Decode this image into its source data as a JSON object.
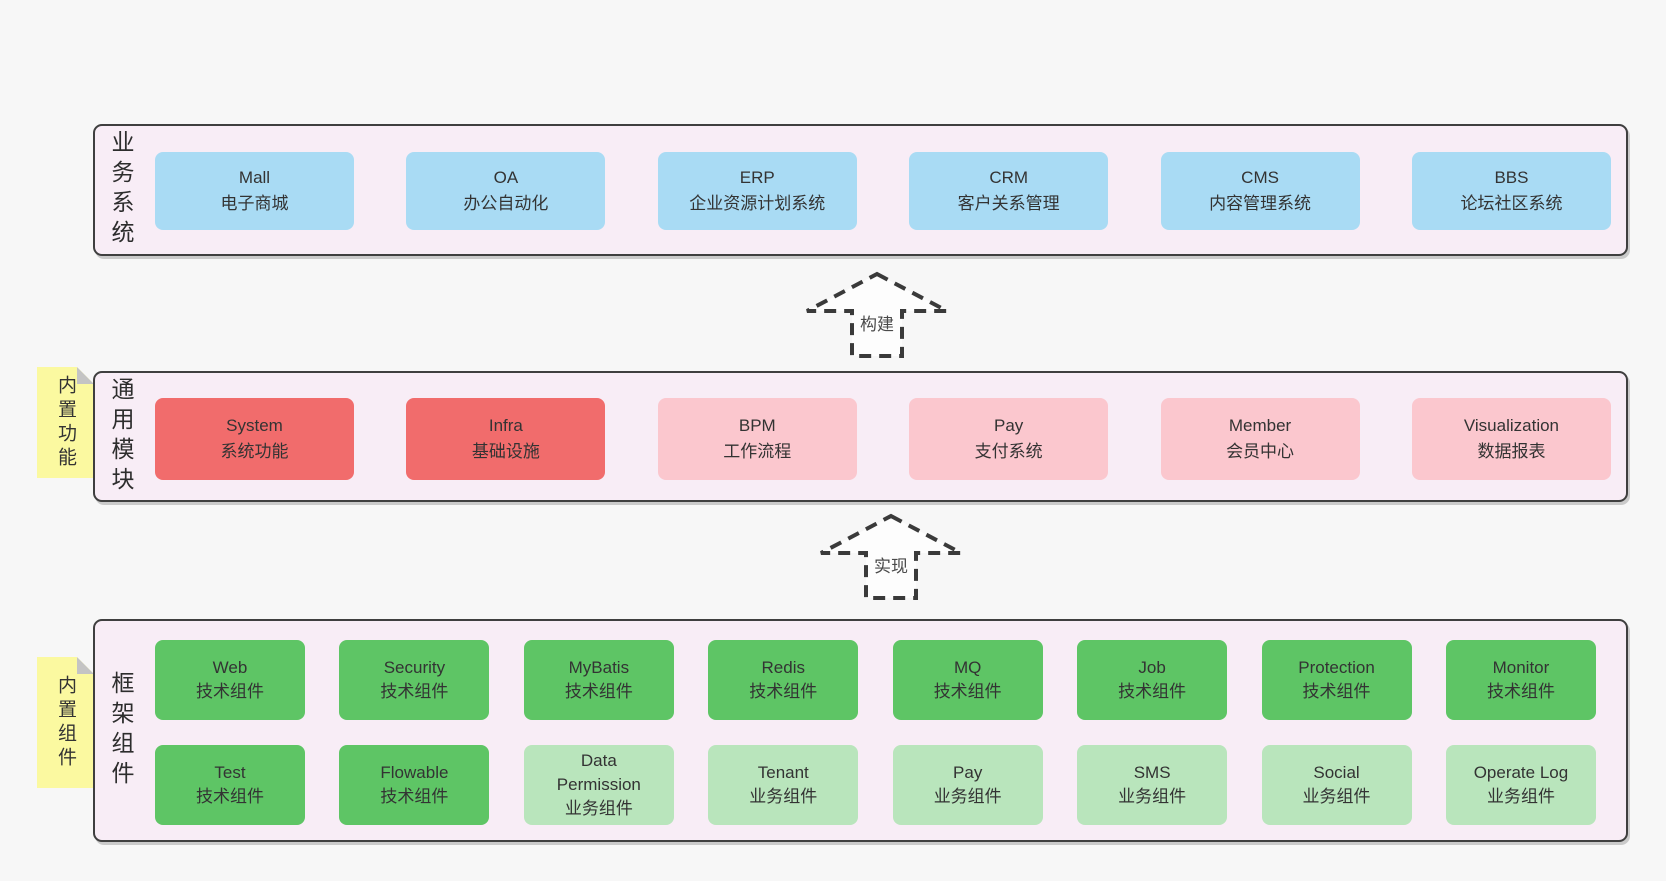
{
  "diagram": {
    "colors": {
      "background": "#f7f7f7",
      "panel_fill": "#f8edf6",
      "panel_border": "#3f3f3f",
      "business_box_blue": "#a9dbf4",
      "module_box_red": "#f16c6c",
      "module_box_pink": "#fbc7ce",
      "component_box_green": "#5ec565",
      "component_box_lightgreen": "#b9e5bc",
      "sticky_yellow": "#fbf9a0",
      "text": "#333333"
    },
    "arrows": [
      {
        "label": "构建"
      },
      {
        "label": "实现"
      }
    ],
    "layers": {
      "business": {
        "label": "业务系统",
        "boxes": [
          {
            "name": "mall",
            "variant": "blue",
            "lines": [
              "Mall",
              "电子商城"
            ]
          },
          {
            "name": "oa",
            "variant": "blue",
            "lines": [
              "OA",
              "办公自动化"
            ]
          },
          {
            "name": "erp",
            "variant": "blue",
            "lines": [
              "ERP",
              "企业资源计划系统"
            ]
          },
          {
            "name": "crm",
            "variant": "blue",
            "lines": [
              "CRM",
              "客户关系管理"
            ]
          },
          {
            "name": "cms",
            "variant": "blue",
            "lines": [
              "CMS",
              "内容管理系统"
            ]
          },
          {
            "name": "bbs",
            "variant": "blue",
            "lines": [
              "BBS",
              "论坛社区系统"
            ]
          }
        ]
      },
      "modules": {
        "label": "通用模块",
        "sticky": "内置功能",
        "boxes": [
          {
            "name": "system",
            "variant": "red",
            "lines": [
              "System",
              "系统功能"
            ]
          },
          {
            "name": "infra",
            "variant": "red",
            "lines": [
              "Infra",
              "基础设施"
            ]
          },
          {
            "name": "bpm",
            "variant": "pink",
            "lines": [
              "BPM",
              "工作流程"
            ]
          },
          {
            "name": "pay",
            "variant": "pink",
            "lines": [
              "Pay",
              "支付系统"
            ]
          },
          {
            "name": "member",
            "variant": "pink",
            "lines": [
              "Member",
              "会员中心"
            ]
          },
          {
            "name": "visualization",
            "variant": "pink",
            "lines": [
              "Visualization",
              "数据报表"
            ]
          }
        ]
      },
      "components": {
        "label": "框架组件",
        "sticky": "内置组件",
        "rows": [
          [
            {
              "name": "web",
              "variant": "green",
              "lines": [
                "Web",
                "技术组件"
              ]
            },
            {
              "name": "security",
              "variant": "green",
              "lines": [
                "Security",
                "技术组件"
              ]
            },
            {
              "name": "mybatis",
              "variant": "green",
              "lines": [
                "MyBatis",
                "技术组件"
              ]
            },
            {
              "name": "redis",
              "variant": "green",
              "lines": [
                "Redis",
                "技术组件"
              ]
            },
            {
              "name": "mq",
              "variant": "green",
              "lines": [
                "MQ",
                "技术组件"
              ]
            },
            {
              "name": "job",
              "variant": "green",
              "lines": [
                "Job",
                "技术组件"
              ]
            },
            {
              "name": "protection",
              "variant": "green",
              "lines": [
                "Protection",
                "技术组件"
              ]
            },
            {
              "name": "monitor",
              "variant": "green",
              "lines": [
                "Monitor",
                "技术组件"
              ]
            }
          ],
          [
            {
              "name": "test",
              "variant": "green",
              "lines": [
                "Test",
                "技术组件"
              ]
            },
            {
              "name": "flowable",
              "variant": "green",
              "lines": [
                "Flowable",
                "技术组件"
              ]
            },
            {
              "name": "data-permission",
              "variant": "lightgreen",
              "lines": [
                "Data",
                "Permission",
                "业务组件"
              ]
            },
            {
              "name": "tenant",
              "variant": "lightgreen",
              "lines": [
                "Tenant",
                "业务组件"
              ]
            },
            {
              "name": "pay-biz",
              "variant": "lightgreen",
              "lines": [
                "Pay",
                "业务组件"
              ]
            },
            {
              "name": "sms",
              "variant": "lightgreen",
              "lines": [
                "SMS",
                "业务组件"
              ]
            },
            {
              "name": "social",
              "variant": "lightgreen",
              "lines": [
                "Social",
                "业务组件"
              ]
            },
            {
              "name": "operate-log",
              "variant": "lightgreen",
              "lines": [
                "Operate Log",
                "业务组件"
              ]
            }
          ]
        ]
      }
    }
  }
}
